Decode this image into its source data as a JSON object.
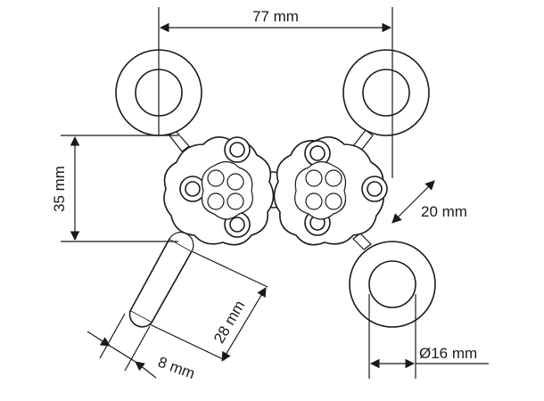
{
  "dimensions": {
    "width_label": "77 mm",
    "height_label": "35 mm",
    "hole_spacing_label": "20 mm",
    "arm_length_label": "28 mm",
    "arm_width_label": "8 mm",
    "ring_diameter_label": "Ø16 mm"
  },
  "colors": {
    "line": "#1a1a1a",
    "background": "#ffffff"
  }
}
